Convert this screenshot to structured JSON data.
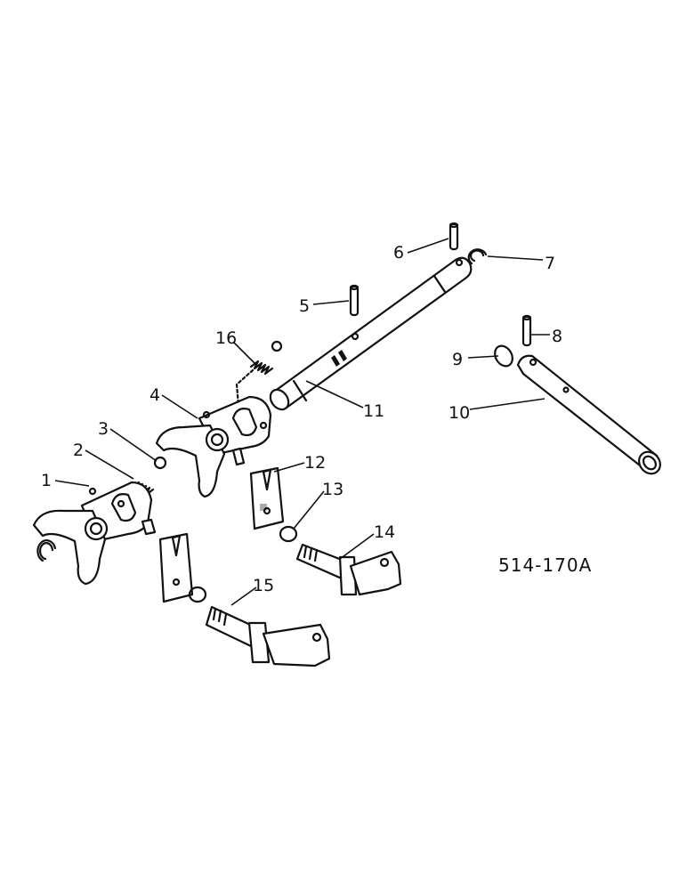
{
  "drawing_ref": "514-170A",
  "callouts": [
    "1",
    "2",
    "3",
    "4",
    "5",
    "6",
    "7",
    "8",
    "9",
    "10",
    "11",
    "12",
    "13",
    "14",
    "15",
    "16"
  ],
  "colors": {
    "ink": "#111111",
    "paper": "#ffffff"
  }
}
